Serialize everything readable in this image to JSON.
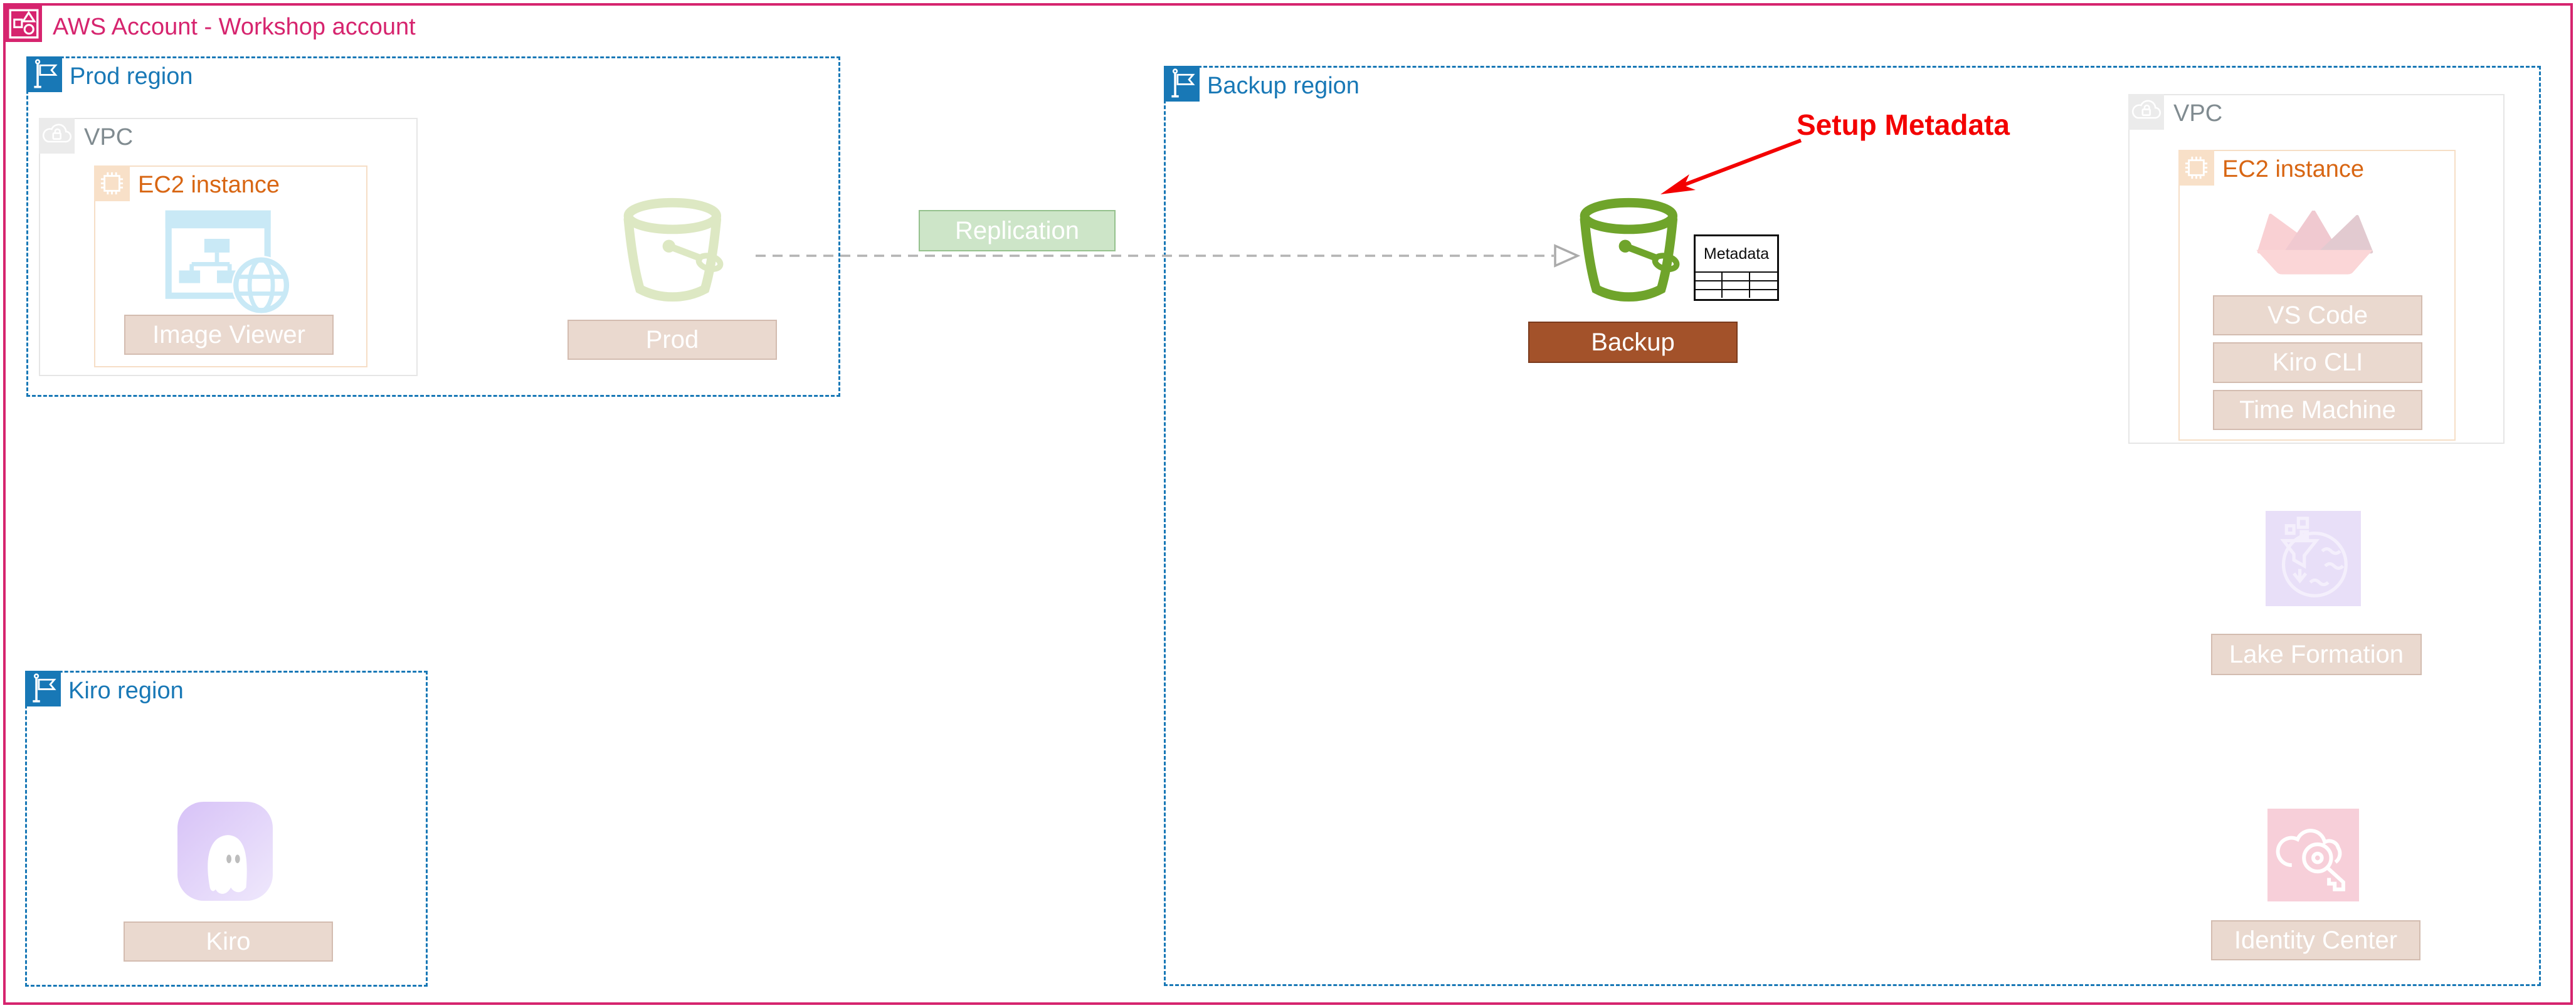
{
  "title": "AWS Account - Workshop account",
  "prod_region": {
    "label": "Prod region",
    "vpc": {
      "label": "VPC",
      "ec2": {
        "label": "EC2 instance",
        "app": "Image Viewer"
      }
    },
    "bucket": "Prod"
  },
  "replication_label": "Replication",
  "backup_region": {
    "label": "Backup region",
    "bucket": "Backup",
    "metadata_table_label": "Metadata",
    "annotation": "Setup Metadata",
    "vpc": {
      "label": "VPC",
      "ec2": {
        "label": "EC2 instance",
        "tools": [
          "VS Code",
          "Kiro CLI",
          "Time Machine"
        ]
      }
    },
    "services": {
      "lake_formation": "Lake Formation",
      "identity_center": "Identity Center"
    }
  },
  "kiro_region": {
    "label": "Kiro region",
    "app": "Kiro"
  },
  "icons": {
    "account": "aws-account-icon",
    "region": "region-flag-icon",
    "vpc": "vpc-cloud-lock-icon",
    "ec2": "ec2-chip-icon",
    "prod_bucket": "s3-bucket-icon-faded",
    "backup_bucket": "s3-bucket-icon-green",
    "web_app": "browser-sitemap-globe-icon",
    "paper_boat": "paper-boat-icon",
    "lake_formation": "lake-formation-icon",
    "identity_center": "cloud-key-icon",
    "kiro": "kiro-ghost-icon"
  },
  "colors": {
    "account_pink": "#D6246E",
    "region_blue": "#1878B6",
    "vpc_gray": "#808B90",
    "ec2_orange": "#D86613",
    "bucket_green": "#6FA42B",
    "bucket_green_faded": "#DDE8C3",
    "tag_tan": "#EAD9CF",
    "backup_brown": "#A3522A",
    "replication_green": "#CDE5C8",
    "annotation_red": "#F30000",
    "connector_gray": "#B3B3B3"
  }
}
